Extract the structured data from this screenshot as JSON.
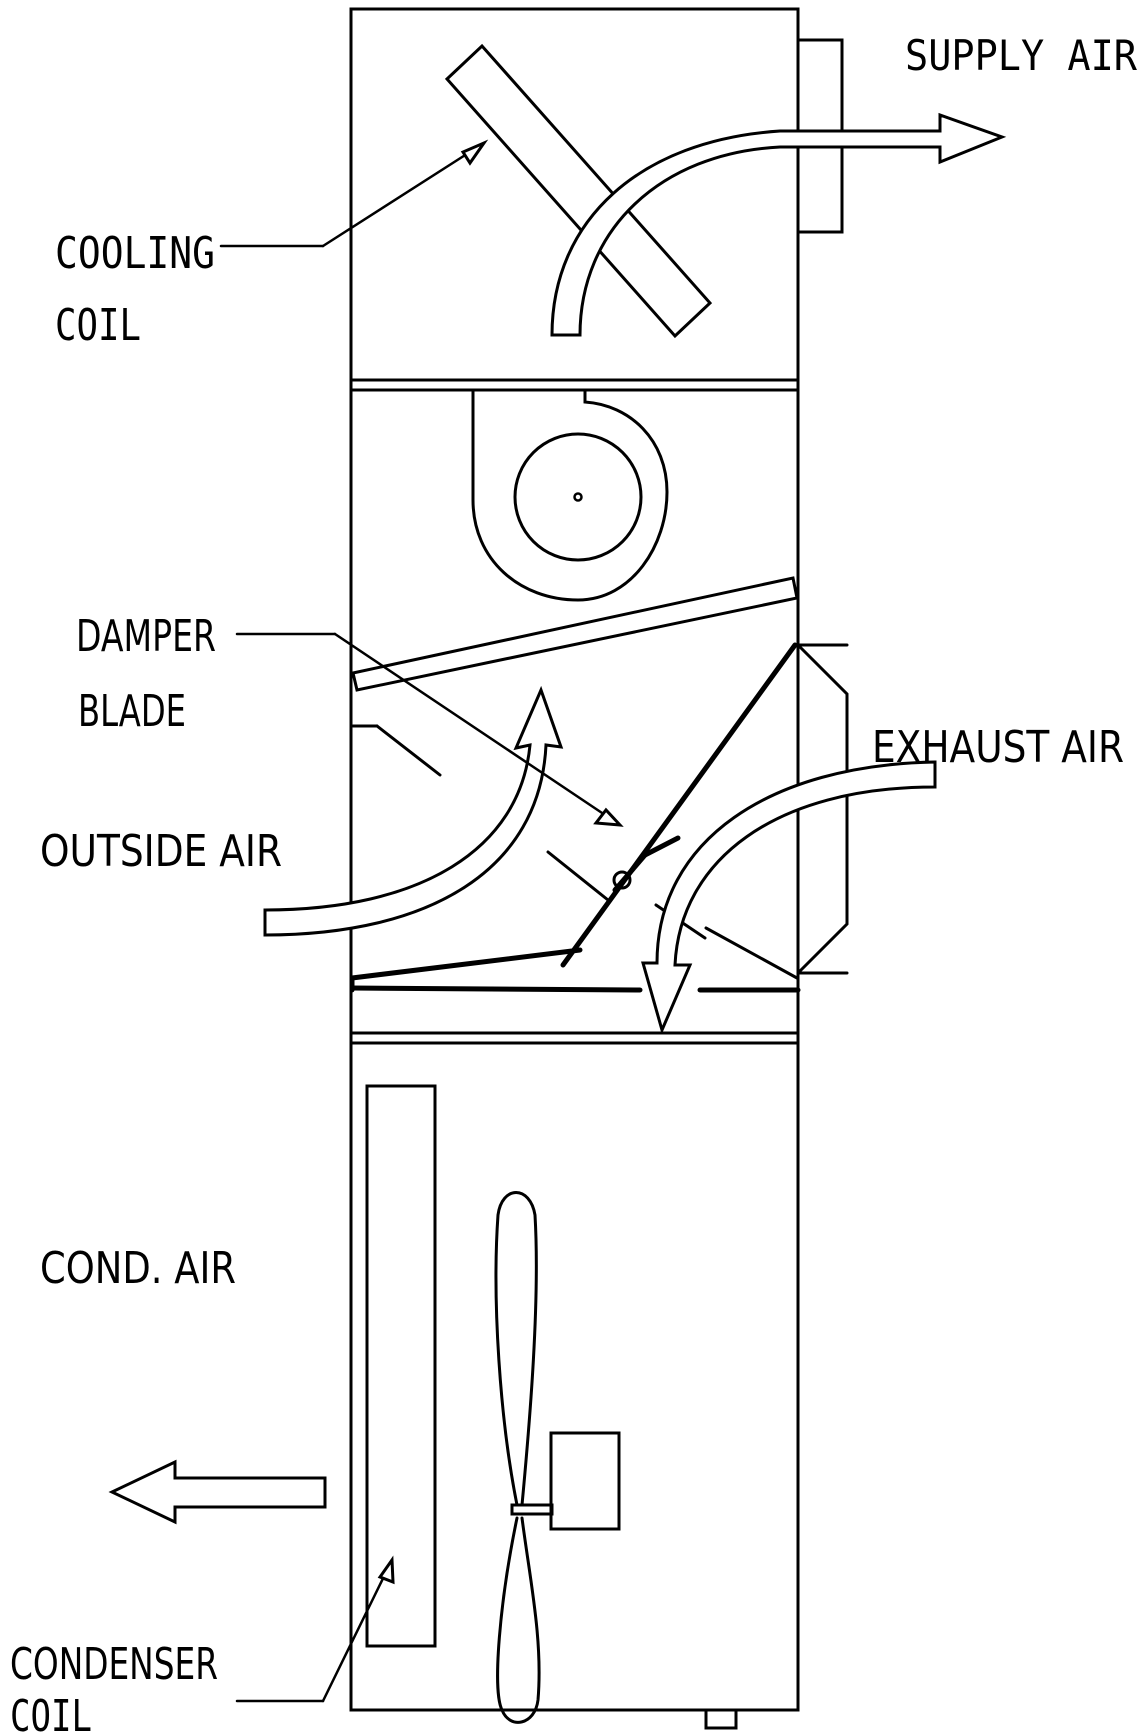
{
  "labels": {
    "supply_air": "SUPPLY AIR",
    "cooling_coil_1": "COOLING",
    "cooling_coil_2": "COIL",
    "damper_blade_1": "DAMPER",
    "damper_blade_2": "BLADE",
    "exhaust_air": "EXHAUST AIR",
    "outside_air": "OUTSIDE AIR",
    "cond_air": "COND. AIR",
    "condenser_coil_1": "CONDENSER",
    "condenser_coil_2": "COIL"
  },
  "colors": {
    "ink": "#000000",
    "paper": "#ffffff"
  }
}
